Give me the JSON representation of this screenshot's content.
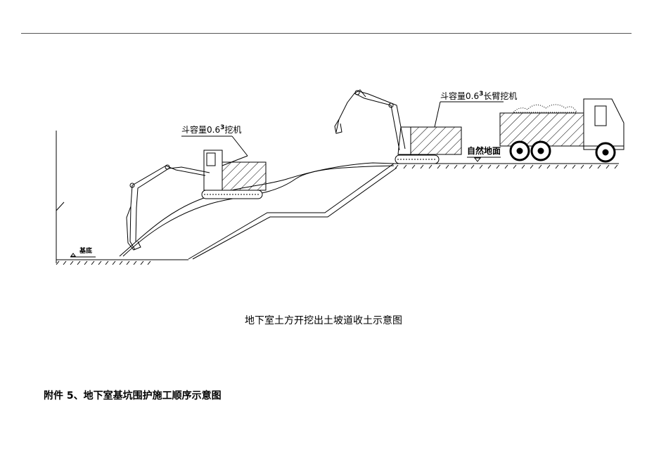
{
  "diagram": {
    "label_excavator_small": "斗容量0.6",
    "label_excavator_small_sup": "3",
    "label_excavator_small_suffix": "挖机",
    "label_excavator_long": "斗容量0.6",
    "label_excavator_long_sup": "3",
    "label_excavator_long_suffix": "长臂挖机",
    "label_natural_ground": "自然地面",
    "label_pit_bottom": "基底"
  },
  "caption": "地下室土方开挖出土坡道收土示意图",
  "appendix_heading": "附件 5、地下室基坑围护施工顺序示意图"
}
